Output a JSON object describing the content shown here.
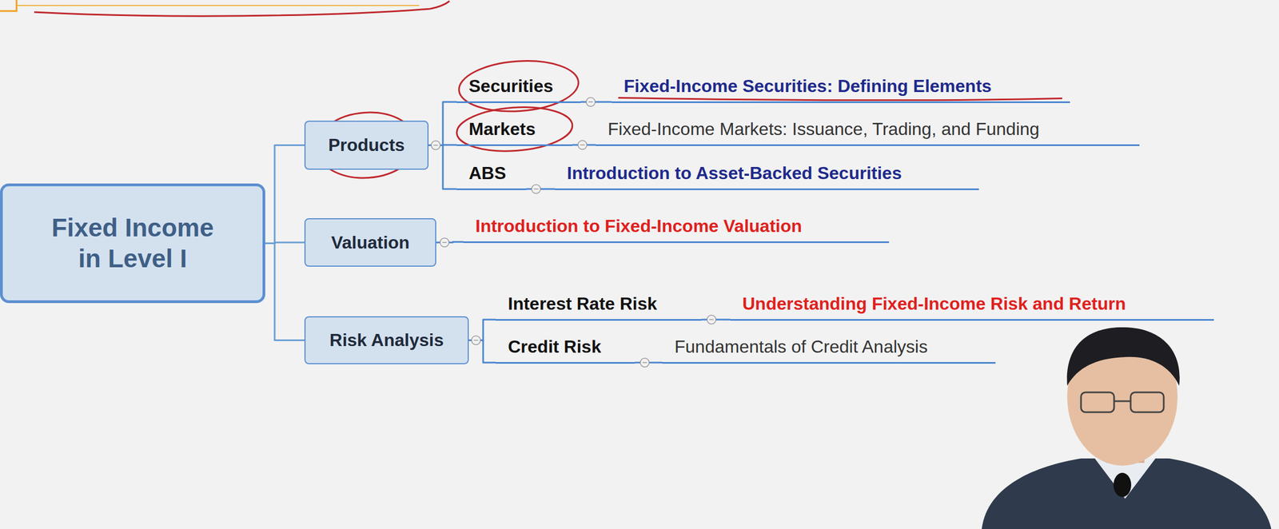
{
  "diagram": {
    "nodes": [
      {
        "text": [
          "Fixed Income in Level I"
        ]
      },
      {
        "text": [
          "Products"
        ]
      },
      {
        "text": [
          "Securities"
        ]
      },
      {
        "text": [
          "Fixed-Income Securities: Defining Elements"
        ]
      },
      {
        "text": [
          "Markets"
        ]
      },
      {
        "text": [
          "Fixed-Income Markets: Issuance, Trading, and Funding"
        ]
      },
      {
        "text": [
          "ABS"
        ]
      },
      {
        "text": [
          "Introduction to Asset-Backed Securities"
        ]
      },
      {
        "text": [
          "Valuation"
        ]
      },
      {
        "text": [
          "Introduction to Fixed-Income Valuation"
        ]
      },
      {
        "text": [
          "Risk Analysis"
        ]
      },
      {
        "text": [
          "Interest Rate Risk"
        ]
      },
      {
        "text": [
          "Understanding Fixed-Income Risk and Return"
        ]
      },
      {
        "text": [
          "Credit Risk"
        ]
      },
      {
        "text": [
          "Fundamentals of Credit Analysis"
        ]
      }
    ],
    "edges": [
      {
        "from": 0,
        "to": 1,
        "arrow": "none"
      },
      {
        "from": 1,
        "to": 2,
        "arrow": "none"
      },
      {
        "from": 2,
        "to": 3,
        "arrow": "none"
      },
      {
        "from": 1,
        "to": 4,
        "arrow": "none"
      },
      {
        "from": 4,
        "to": 5,
        "arrow": "none"
      },
      {
        "from": 1,
        "to": 6,
        "arrow": "none"
      },
      {
        "from": 6,
        "to": 7,
        "arrow": "none"
      },
      {
        "from": 0,
        "to": 8,
        "arrow": "none"
      },
      {
        "from": 8,
        "to": 9,
        "arrow": "none"
      },
      {
        "from": 0,
        "to": 10,
        "arrow": "none"
      },
      {
        "from": 10,
        "to": 11,
        "arrow": "none"
      },
      {
        "from": 11,
        "to": 12,
        "arrow": "none"
      },
      {
        "from": 10,
        "to": 13,
        "arrow": "none"
      },
      {
        "from": 13,
        "to": 14,
        "arrow": "none"
      }
    ]
  }
}
